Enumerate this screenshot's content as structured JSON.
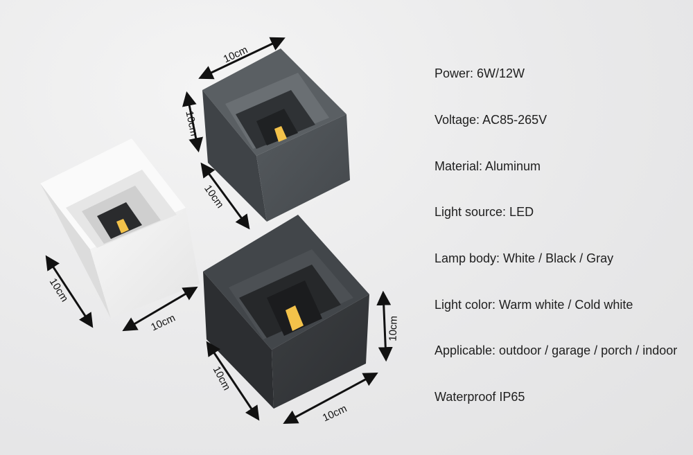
{
  "dimensions": {
    "label": "10cm"
  },
  "lamp_colors": {
    "white": "#f2f2f2",
    "dark_gray": "#4b5054",
    "black": "#35383b",
    "led_warm": "#f3c24a"
  },
  "specs": [
    {
      "label": "Power: 6W/12W"
    },
    {
      "label": "Voltage: AC85-265V"
    },
    {
      "label": "Material: Aluminum"
    },
    {
      "label": "Light source: LED"
    },
    {
      "label": "Lamp body: White / Black / Gray"
    },
    {
      "label": "Light color: Warm white / Cold white"
    },
    {
      "label": "Applicable: outdoor / garage / porch / indoor"
    },
    {
      "label": "Waterproof IP65"
    }
  ]
}
